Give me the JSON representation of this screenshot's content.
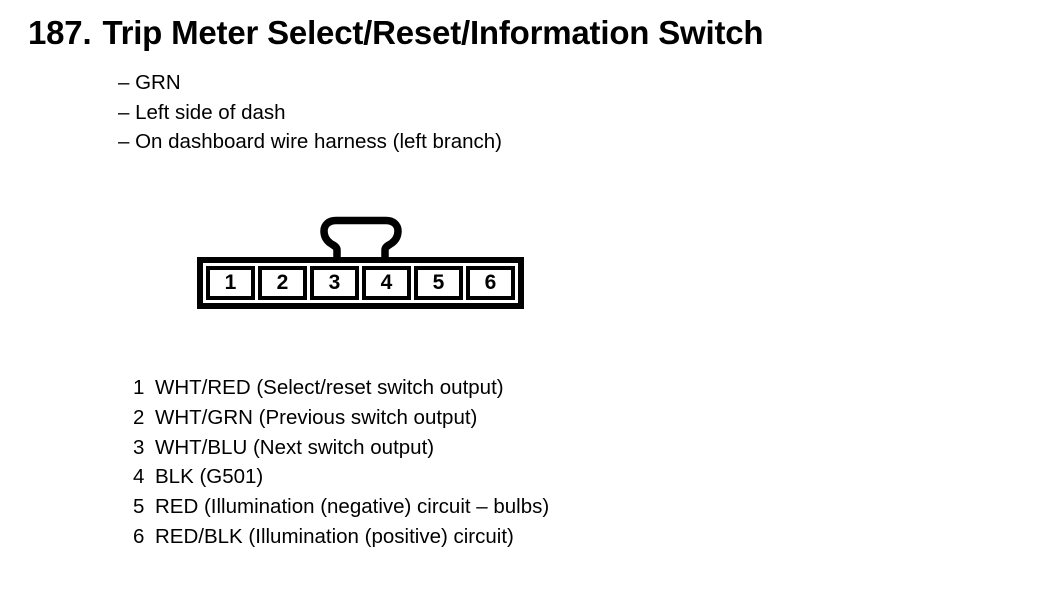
{
  "doc": {
    "item_number": "187.",
    "title": "Trip Meter Select/Reset/Information Switch",
    "notes": [
      "– GRN",
      "– Left side of dash",
      "– On dashboard wire harness (left branch)"
    ],
    "connector": {
      "cavities": [
        "1",
        "2",
        "3",
        "4",
        "5",
        "6"
      ]
    },
    "pinout": [
      {
        "pin": "1",
        "description": "WHT/RED (Select/reset switch output)"
      },
      {
        "pin": "2",
        "description": "WHT/GRN (Previous switch output)"
      },
      {
        "pin": "3",
        "description": "WHT/BLU (Next switch output)"
      },
      {
        "pin": "4",
        "description": "BLK (G501)"
      },
      {
        "pin": "5",
        "description": "RED (Illumination (negative) circuit – bulbs)"
      },
      {
        "pin": "6",
        "description": "RED/BLK (Illumination (positive) circuit)"
      }
    ],
    "colors": {
      "ink": "#000000",
      "paper": "#ffffff"
    }
  }
}
